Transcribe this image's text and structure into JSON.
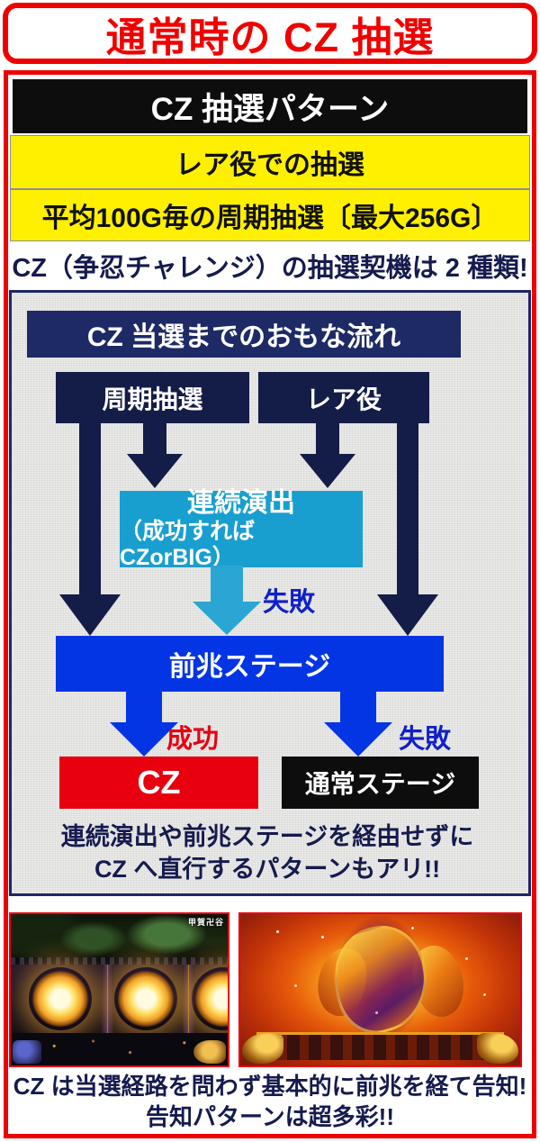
{
  "header": {
    "title": "通常時の CZ 抽選"
  },
  "panel": {
    "header": "CZ 抽選パターン",
    "rows": [
      "レア役での抽選",
      "平均100G毎の周期抽選〔最大256G〕"
    ],
    "caption": "CZ（争忍チャレンジ）の抽選契機は 2 種類!"
  },
  "flow": {
    "title": "CZ 当選までのおもな流れ",
    "nodes": {
      "periodic": "周期抽選",
      "rare": "レア役",
      "renzoku_line1": "連続演出",
      "renzoku_line2": "（成功すれば CZorBIG）",
      "zencho": "前兆ステージ",
      "cz": "CZ",
      "normal": "通常ステージ"
    },
    "labels": {
      "fail_renzoku": "失敗",
      "success": "成功",
      "fail_zencho": "失敗"
    },
    "note_line1": "連続演出や前兆ステージを経由せずに",
    "note_line2": "CZ へ直行するパターンもアリ!!"
  },
  "screenshots": {
    "left_overlay": "甲賀卍谷"
  },
  "footer": {
    "line1": "CZ は当選経路を問わず基本的に前兆を経て告知!",
    "line2": "告知パターンは超多彩!!"
  },
  "colors": {
    "accent_red": "#ee0000",
    "highlight_yellow": "#fff000",
    "navy_text": "#151b4e",
    "flow_box_navy": "#141c48",
    "flow_header_navy": "#1e2a66",
    "cyan_box": "#189fd0",
    "blue_bar": "#0435e4",
    "fail_blue": "#1020c8",
    "success_red": "#e60012",
    "cz_red": "#e8000f",
    "black_box": "#0d0d0d"
  }
}
